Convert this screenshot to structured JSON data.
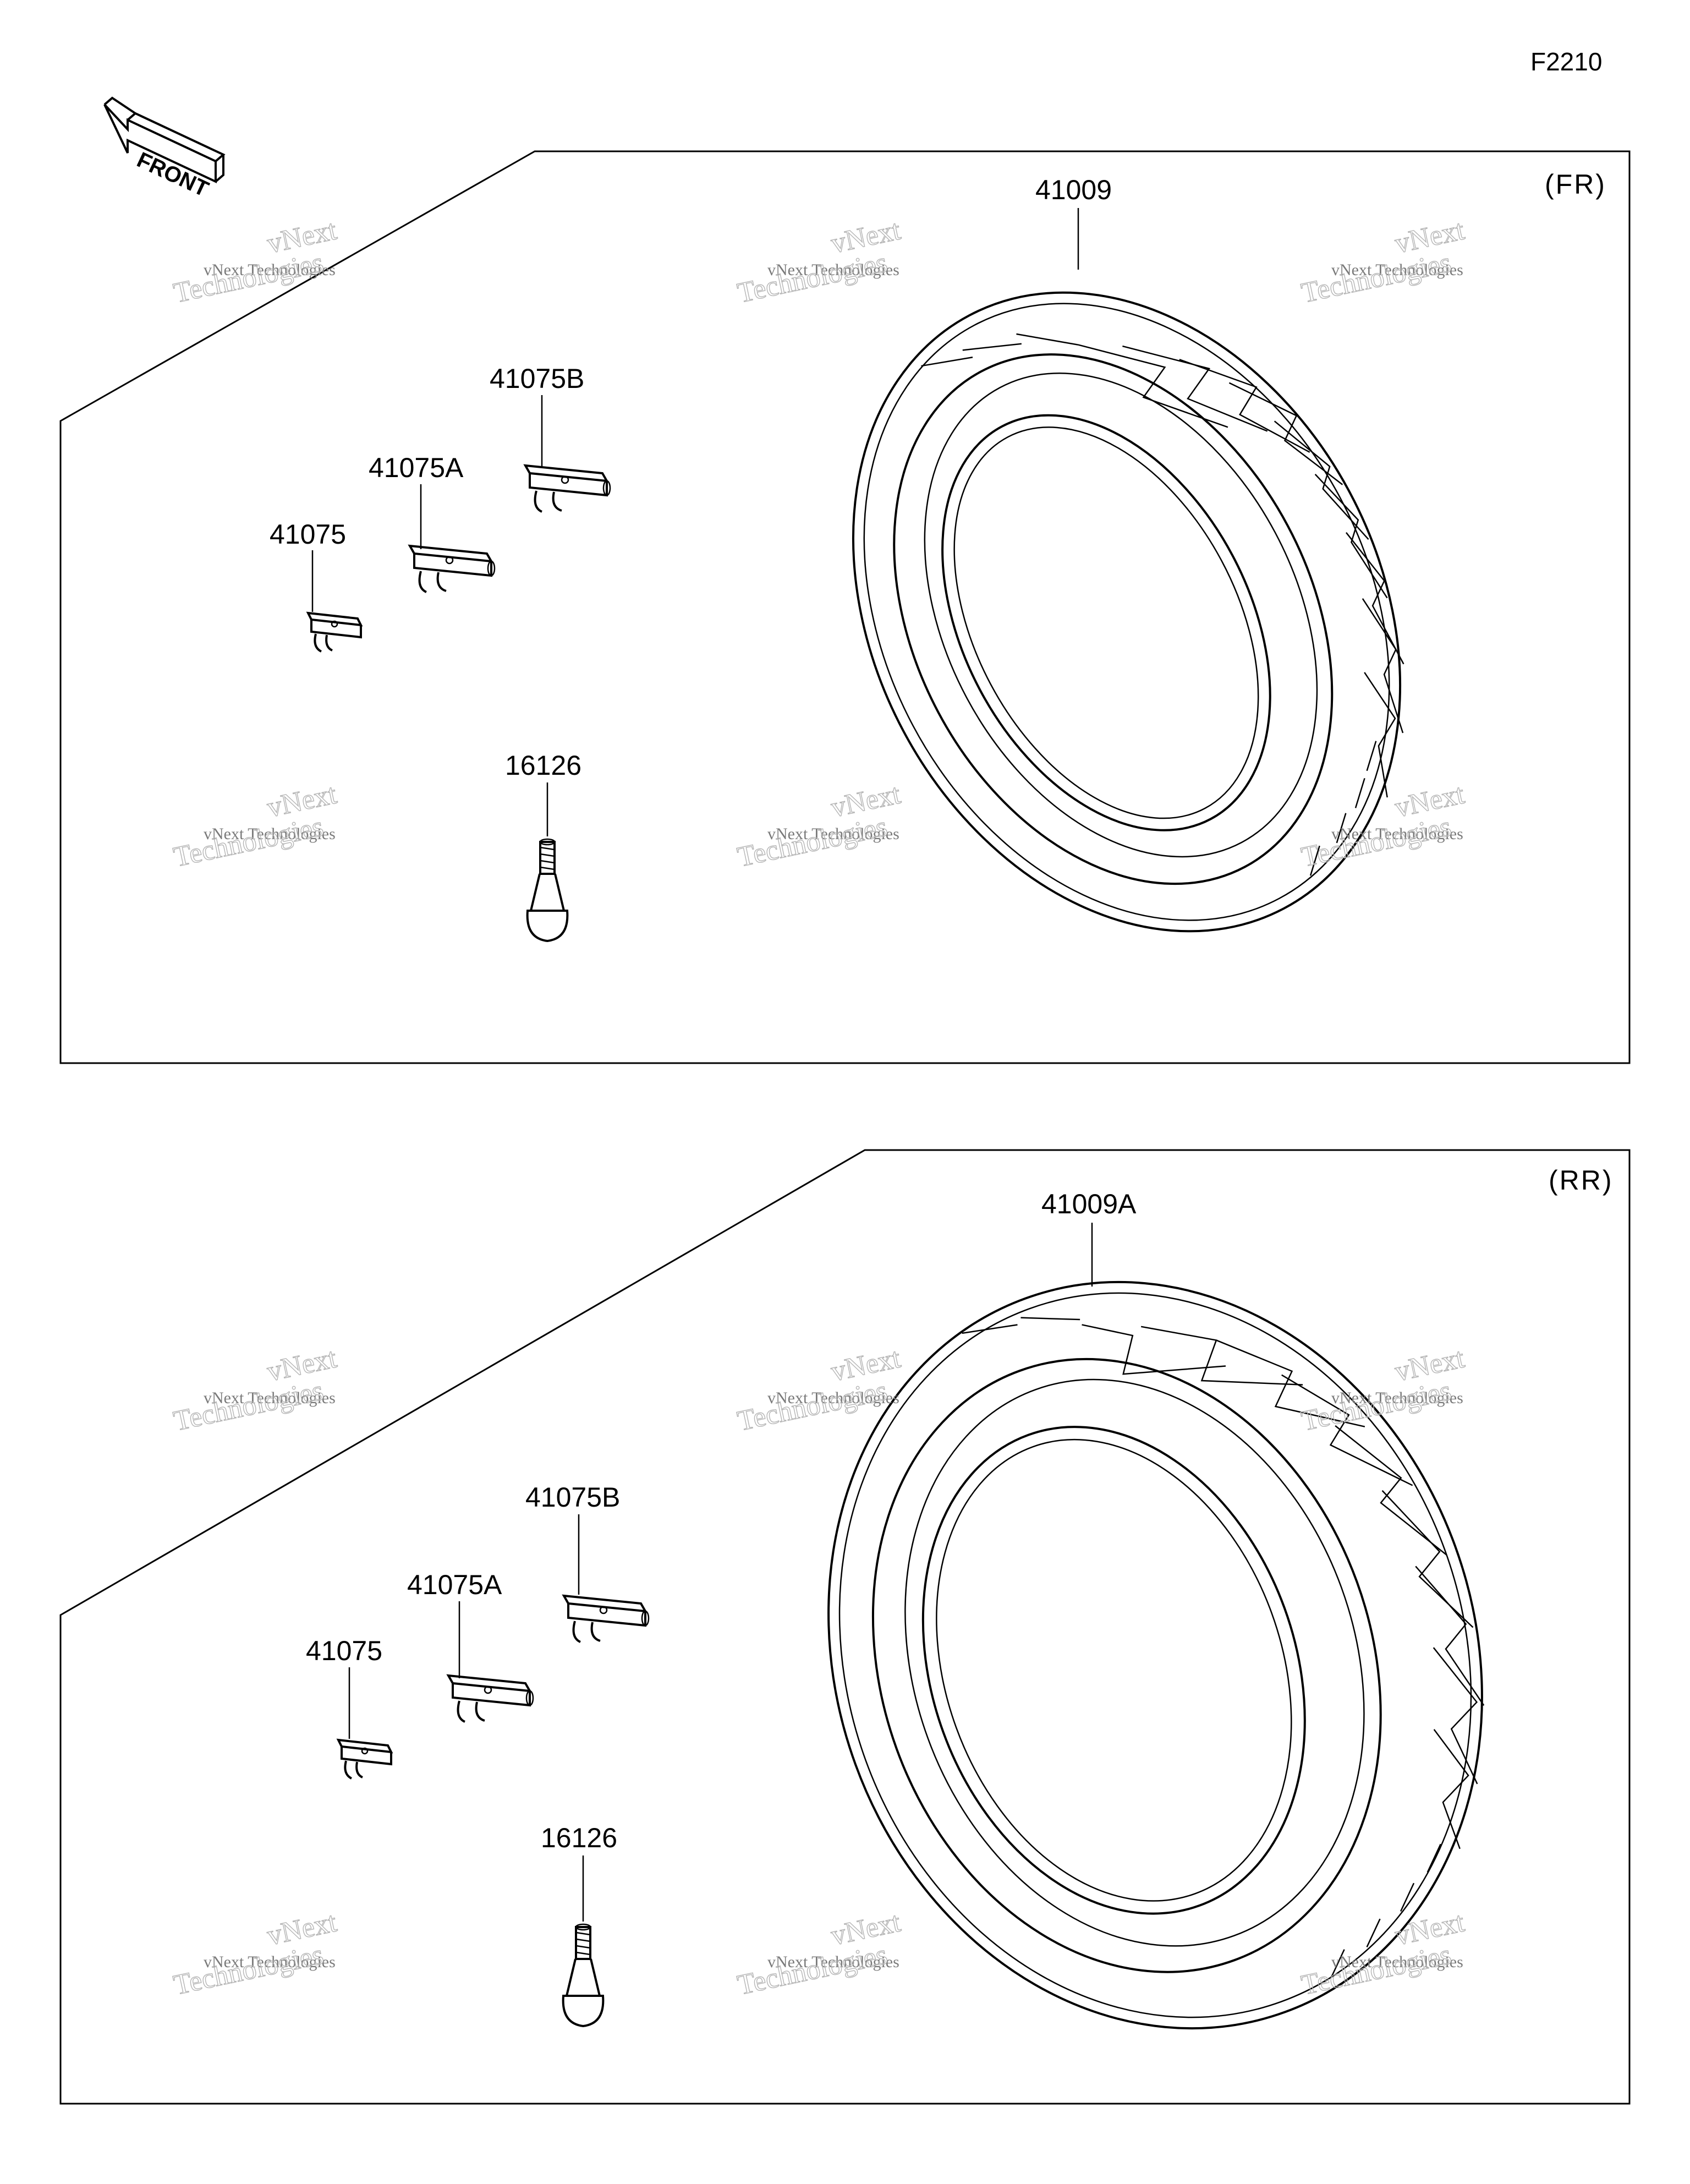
{
  "figure_code": "F2210",
  "front_arrow": {
    "label": "FRONT"
  },
  "watermark": {
    "line1": "vNext Technologies",
    "line2": "Technologies",
    "line3": "vNext"
  },
  "sections": [
    {
      "id": "front",
      "label": "(FR)",
      "parts": {
        "tire": "41009",
        "weight_b": "41075B",
        "weight_a": "41075A",
        "weight": "41075",
        "valve": "16126"
      }
    },
    {
      "id": "rear",
      "label": "(RR)",
      "parts": {
        "tire": "41009A",
        "weight_b": "41075B",
        "weight_a": "41075A",
        "weight": "41075",
        "valve": "16126"
      }
    }
  ]
}
